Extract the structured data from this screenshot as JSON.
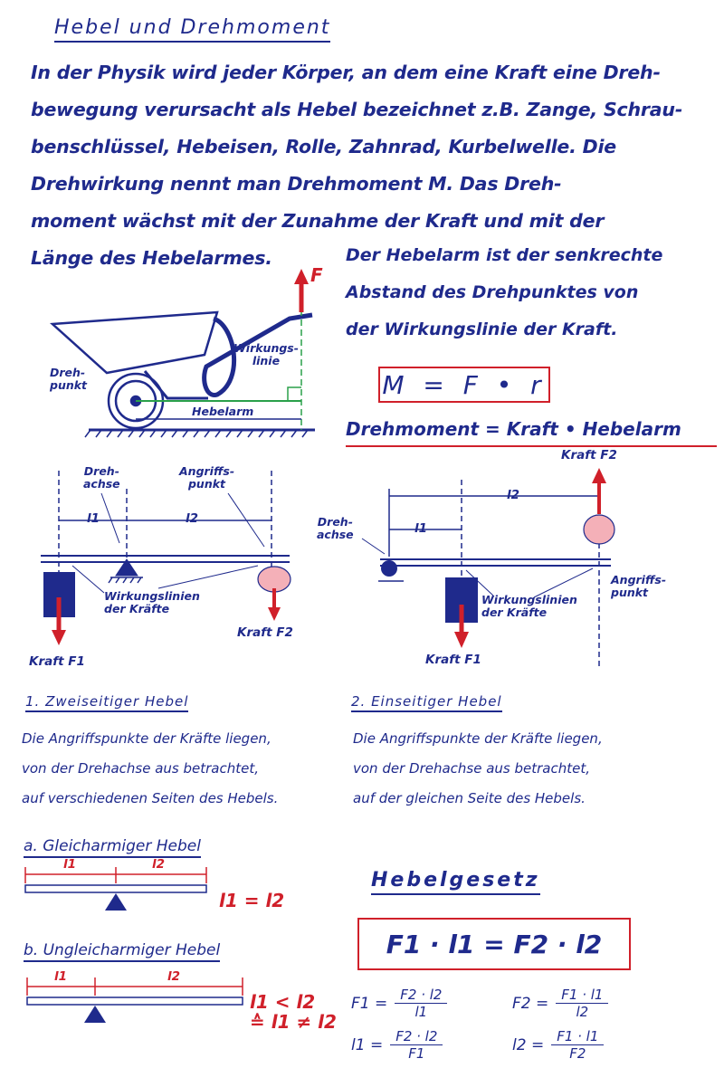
{
  "title": "Hebel und Drehmoment",
  "intro_lines": [
    "In der Physik wird jeder Körper, an dem eine Kraft eine Dreh-",
    "bewegung verursacht als Hebel bezeichnet z.B. Zange, Schrau-",
    "benschlüssel, Hebeisen, Rolle, Zahnrad, Kurbelwelle. Die",
    "Drehwirkung nennt man Drehmoment M. Das Dreh-",
    "moment wächst mit der Zunahme der Kraft und mit der",
    "Länge des Hebelarmes."
  ],
  "arm_definition_lines": [
    "Der Hebelarm ist der senkrechte",
    "Abstand des Drehpunktes von",
    "der Wirkungslinie der Kraft."
  ],
  "formula": "M = F • r",
  "formula_words": "Drehmoment = Kraft • Hebelarm",
  "wheelbarrow": {
    "force_label": "F",
    "pivot_label": [
      "Dreh-",
      "punkt"
    ],
    "action_line_label": [
      "Wirkungs-",
      "linie"
    ],
    "arm_label": "Hebelarm"
  },
  "two_sided": {
    "axis_label": [
      "Dreh-",
      "achse"
    ],
    "attack_label": [
      "Angriffs-",
      "punkt"
    ],
    "l1": "l1",
    "l2": "l2",
    "lines_label": [
      "Wirkungslinien",
      "der Kräfte"
    ],
    "force1": "Kraft F1",
    "force2": "Kraft F2",
    "heading": "1. Zweiseitiger Hebel",
    "text": [
      "Die Angriffspunkte der Kräfte liegen,",
      "von der Drehachse aus betrachtet,",
      "auf verschiedenen Seiten des Hebels."
    ]
  },
  "one_sided": {
    "axis_label": [
      "Dreh-",
      "achse"
    ],
    "attack_label": [
      "Angriffs-",
      "punkt"
    ],
    "l1": "l1",
    "l2": "l2",
    "lines_label": [
      "Wirkungslinien",
      "der Kräfte"
    ],
    "force1": "Kraft F1",
    "force2": "Kraft F2",
    "heading": "2. Einseitiger Hebel",
    "text": [
      "Die Angriffspunkte der Kräfte liegen,",
      "von der Drehachse aus betrachtet,",
      "auf der gleichen Seite des Hebels."
    ]
  },
  "equal_arm": {
    "heading": "a. Gleicharmiger Hebel",
    "l1": "l1",
    "l2": "l2",
    "relation": "l1 = l2"
  },
  "unequal_arm": {
    "heading": "b. Ungleicharmiger Hebel",
    "l1": "l1",
    "l2": "l2",
    "relation": [
      "l1 < l2",
      "≙ l1 ≠ l2"
    ]
  },
  "lever_law": {
    "title": "Hebelgesetz",
    "formula": "F1 · l1  =  F2 · l2",
    "derived": [
      {
        "lhs": "F1 =",
        "num": "F2 · l2",
        "den": "l1"
      },
      {
        "lhs": "F2 =",
        "num": "F1 · l1",
        "den": "l2"
      },
      {
        "lhs": "l1 =",
        "num": "F2 · l2",
        "den": "F1"
      },
      {
        "lhs": "l2 =",
        "num": "F1 · l1",
        "den": "F2"
      }
    ]
  },
  "colors": {
    "ink": "#1f2a8c",
    "red": "#d0202a",
    "green": "#2aa04a"
  }
}
